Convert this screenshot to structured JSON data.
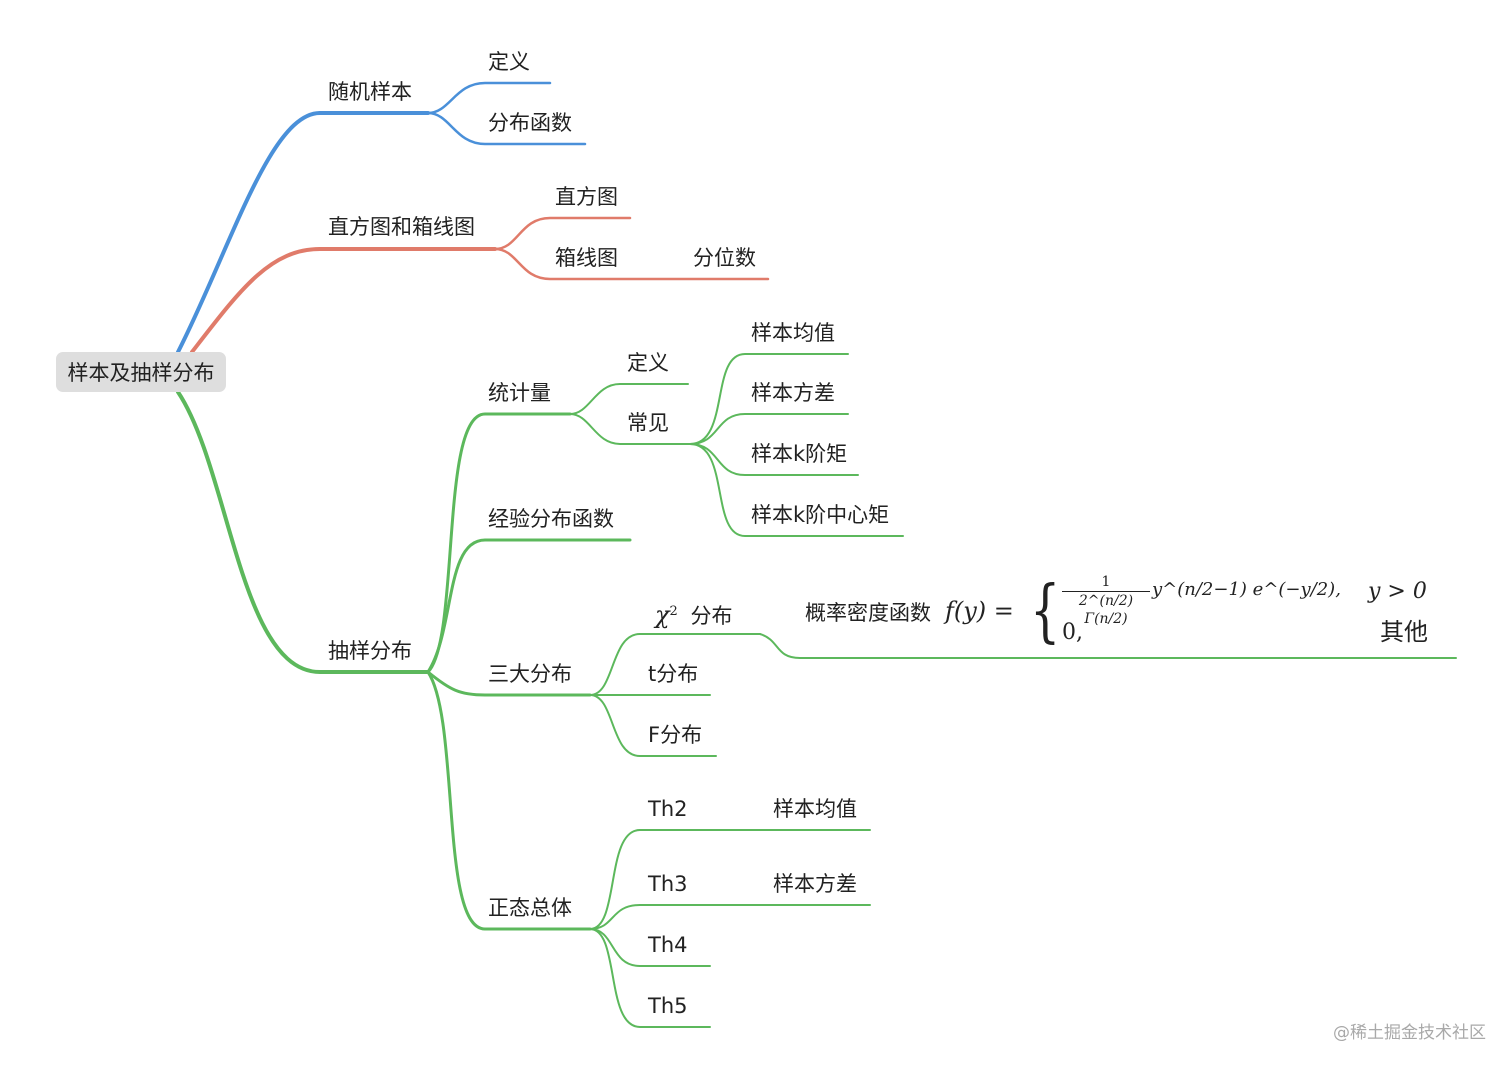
{
  "colors": {
    "blue": "#4a90d9",
    "red": "#e07b6a",
    "green": "#5cb85c",
    "root_bg": "#dedede"
  },
  "root": "样本及抽样分布",
  "branch1": {
    "title": "随机样本",
    "children": [
      "定义",
      "分布函数"
    ]
  },
  "branch2": {
    "title": "直方图和箱线图",
    "children": [
      "直方图",
      "箱线图"
    ],
    "grandchild": "分位数"
  },
  "branch3": {
    "title": "抽样分布",
    "stat": {
      "title": "统计量",
      "def": "定义",
      "common": "常见",
      "items": [
        "样本均值",
        "样本方差",
        "样本k阶矩",
        "样本k阶中心矩"
      ]
    },
    "empirical": "经验分布函数",
    "three": {
      "title": "三大分布",
      "chi2_text": "分布",
      "t": "t分布",
      "F": "F分布"
    },
    "normal": {
      "title": "正态总体",
      "th": [
        "Th2",
        "Th3",
        "Th4",
        "Th5"
      ],
      "th2_note": "样本均值",
      "th3_note": "样本方差"
    }
  },
  "formula": {
    "label": "概率密度函数",
    "fy": "f(y) =",
    "numerator": "1",
    "denominator": "2^(n/2) Γ(n/2)",
    "term": "y^(n/2−1) e^(−y/2),",
    "cond1": "y > 0",
    "case2": "0,",
    "cond2": "其他"
  },
  "watermark": "@稀土掘金技术社区"
}
